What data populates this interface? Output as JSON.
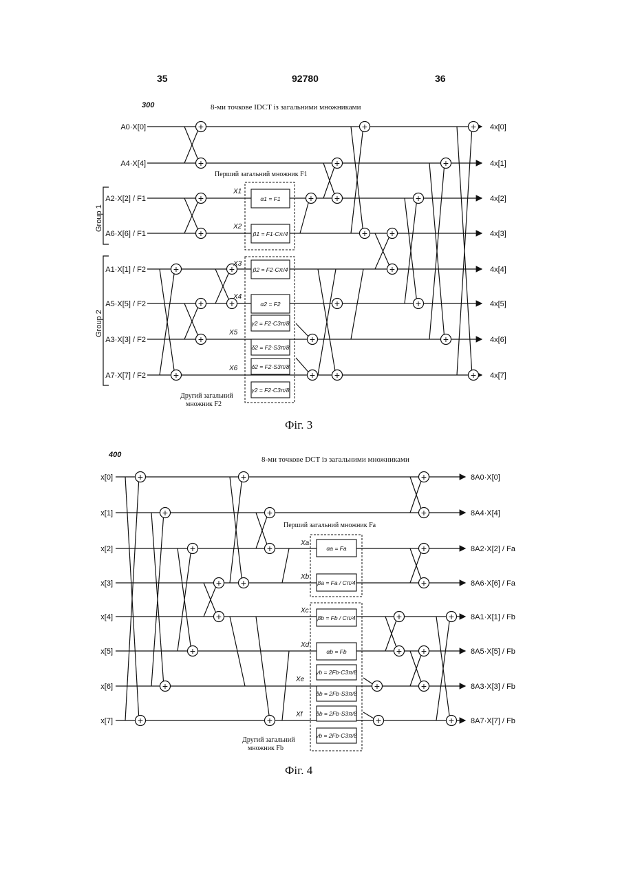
{
  "header": {
    "left": "35",
    "center": "92780",
    "right": "36"
  },
  "fig3": {
    "ref": "300",
    "title": "8-ми точкове IDCT із загальними множниками",
    "caption": "Фіг. 3",
    "inputs": [
      "A0·X[0]",
      "A4·X[4]",
      "A2·X[2] / F1",
      "A6·X[6] / F1",
      "A1·X[1] / F2",
      "A5·X[5] / F2",
      "A3·X[3] / F2",
      "A7·X[7] / F2"
    ],
    "outputs": [
      "4x[0]",
      "4x[1]",
      "4x[2]",
      "4x[3]",
      "4x[4]",
      "4x[5]",
      "4x[6]",
      "4x[7]"
    ],
    "group1": "Group 1",
    "group2": "Group 2",
    "common1": "Перший загальний множник F1",
    "common2_line1": "Другий загальний",
    "common2_line2": "множник F2",
    "vars": [
      "X1",
      "X2",
      "X3",
      "X4",
      "X5",
      "X6"
    ],
    "mult": [
      "α1 = F1",
      "β1 = F1·Cπ/4",
      "β2 = F2·Cπ/4",
      "α2 = F2",
      "γ2 = F2·C3π/8",
      "δ2 = F2·S3π/8",
      "δ2 = F2·S3π/8",
      "γ2 = F2·C3π/8"
    ]
  },
  "fig4": {
    "ref": "400",
    "title": "8-ми точкове DCT із загальними множниками",
    "caption": "Фіг. 4",
    "inputs": [
      "x[0]",
      "x[1]",
      "x[2]",
      "x[3]",
      "x[4]",
      "x[5]",
      "x[6]",
      "x[7]"
    ],
    "outputs": [
      "8A0·X[0]",
      "8A4·X[4]",
      "8A2·X[2] / Fa",
      "8A6·X[6] / Fa",
      "8A1·X[1] / Fb",
      "8A5·X[5] / Fb",
      "8A3·X[3] / Fb",
      "8A7·X[7] / Fb"
    ],
    "common1": "Перший загальний множник Fa",
    "common2_line1": "Другий загальний",
    "common2_line2": "множник Fb",
    "vars": [
      "Xa",
      "Xb",
      "Xc",
      "Xd",
      "Xe",
      "Xf"
    ],
    "mult": [
      "αa = Fa",
      "βa = Fa / Cπ/4",
      "βb = Fb / Cπ/4",
      "αb = Fb",
      "γb = 2Fb·C3π/8",
      "δb = 2Fb·S3π/8",
      "δb = 2Fb·S3π/8",
      "γb = 2Fb·C3π/8"
    ]
  }
}
